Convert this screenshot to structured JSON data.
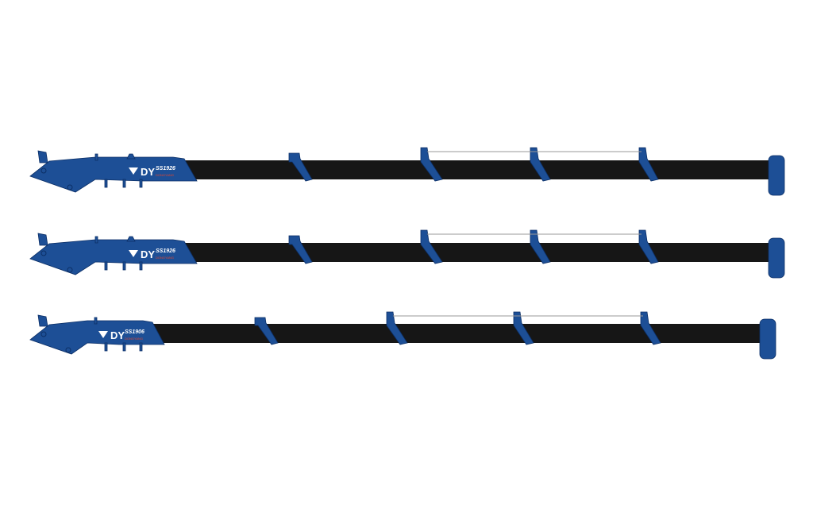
{
  "colors": {
    "boom_body": "#161616",
    "housing": "#1d4f96",
    "housing_stroke": "#0c2f66",
    "logo_text": "#ffffff",
    "brand_sub": "#e8452c",
    "wire": "#9a9a9a"
  },
  "booms": [
    {
      "brand": "DY",
      "model": "SS1926",
      "maker": "DONGYANG"
    },
    {
      "brand": "DY",
      "model": "SS1926",
      "maker": "DONGYANG"
    },
    {
      "brand": "DY",
      "model": "SS1906",
      "maker": "DONGYANG"
    }
  ]
}
